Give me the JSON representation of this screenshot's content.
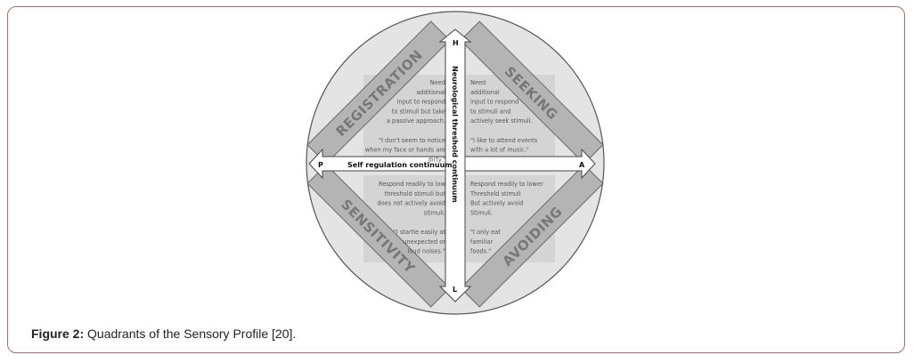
{
  "figure": {
    "quadrants": {
      "registration": {
        "title": "REGISTRATION",
        "lines": [
          "Need",
          "additional",
          "input to respond",
          "to stimuli but take",
          "a passive approach.",
          "",
          "\"I don't seem to notice",
          "when my face or hands are",
          "dirty.\""
        ]
      },
      "seeking": {
        "title": "SEEKING",
        "lines": [
          "Need",
          "additional",
          "input to respond",
          "to stimuli and",
          "actively seek stimuli.",
          "",
          "\"I like to attend events",
          "with a lot of music.\""
        ]
      },
      "sensitivity": {
        "title": "SENSITIVITY",
        "lines": [
          "Respond readily to low",
          "threshold stimuli but",
          "does not actively avoid",
          "stimuli.",
          "",
          "\"I startle easily at",
          "unexpected or",
          "loud noises.\""
        ]
      },
      "avoiding": {
        "title": "AVOIDING",
        "lines": [
          "Respond readily to lower",
          "Threshold stimuli",
          "But actively avoid",
          "Stimuli.",
          "",
          "\"I only eat",
          "familiar",
          "foods.\""
        ]
      }
    },
    "vertical_axis": {
      "label": "Neurological threshold continuum",
      "top": "H",
      "bottom": "L"
    },
    "horizontal_axis": {
      "label": "Self regulation continuum",
      "left": "P",
      "right": "A"
    }
  },
  "caption": {
    "label": "Figure 2:",
    "text": " Quadrants of the Sensory Profile [20]."
  }
}
